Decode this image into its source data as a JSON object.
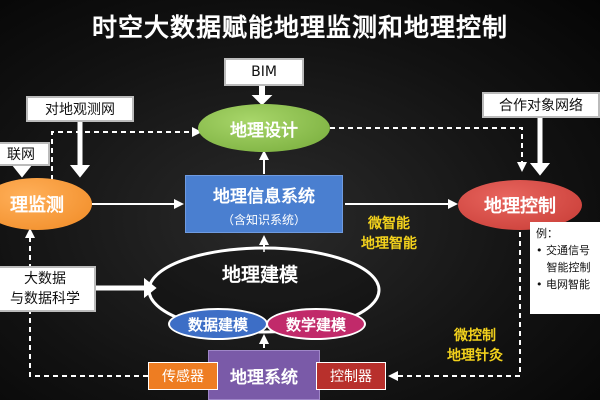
{
  "title": "时空大数据赋能地理监测和地理控制",
  "nodes": {
    "bim": "BIM",
    "earth_obs_net": "对地观测网",
    "iot_net": "联网",
    "partner_net": "合作对象网络",
    "geo_design": "地理设计",
    "geo_monitoring": "理监测",
    "gis_main": "地理信息系统",
    "gis_sub": "（含知识系统）",
    "geo_control": "地理控制",
    "geo_modeling": "地理建模",
    "big_data_line1": "大数据",
    "big_data_line2": "与数据科学",
    "data_modeling": "数据建模",
    "math_modeling": "数学建模",
    "geo_system": "地理系统",
    "sensor": "传感器",
    "controller": "控制器"
  },
  "labels": {
    "micro_intel_line1": "微智能",
    "micro_intel_line2": "地理智能",
    "micro_ctrl_line1": "微控制",
    "micro_ctrl_line2": "地理针灸"
  },
  "example": {
    "heading": "例：",
    "item1_line1": "交通信号",
    "item1_line2": "智能控制",
    "item2": "电网智能"
  },
  "colors": {
    "background": "#121212",
    "title": "#ffffff",
    "green": "#8cc152",
    "orange": "#f08a24",
    "red": "#c63a34",
    "blue": "#4a7fd0",
    "purple": "#7a5aa8",
    "magenta": "#c12a6a",
    "yellow": "#f2d11c"
  }
}
